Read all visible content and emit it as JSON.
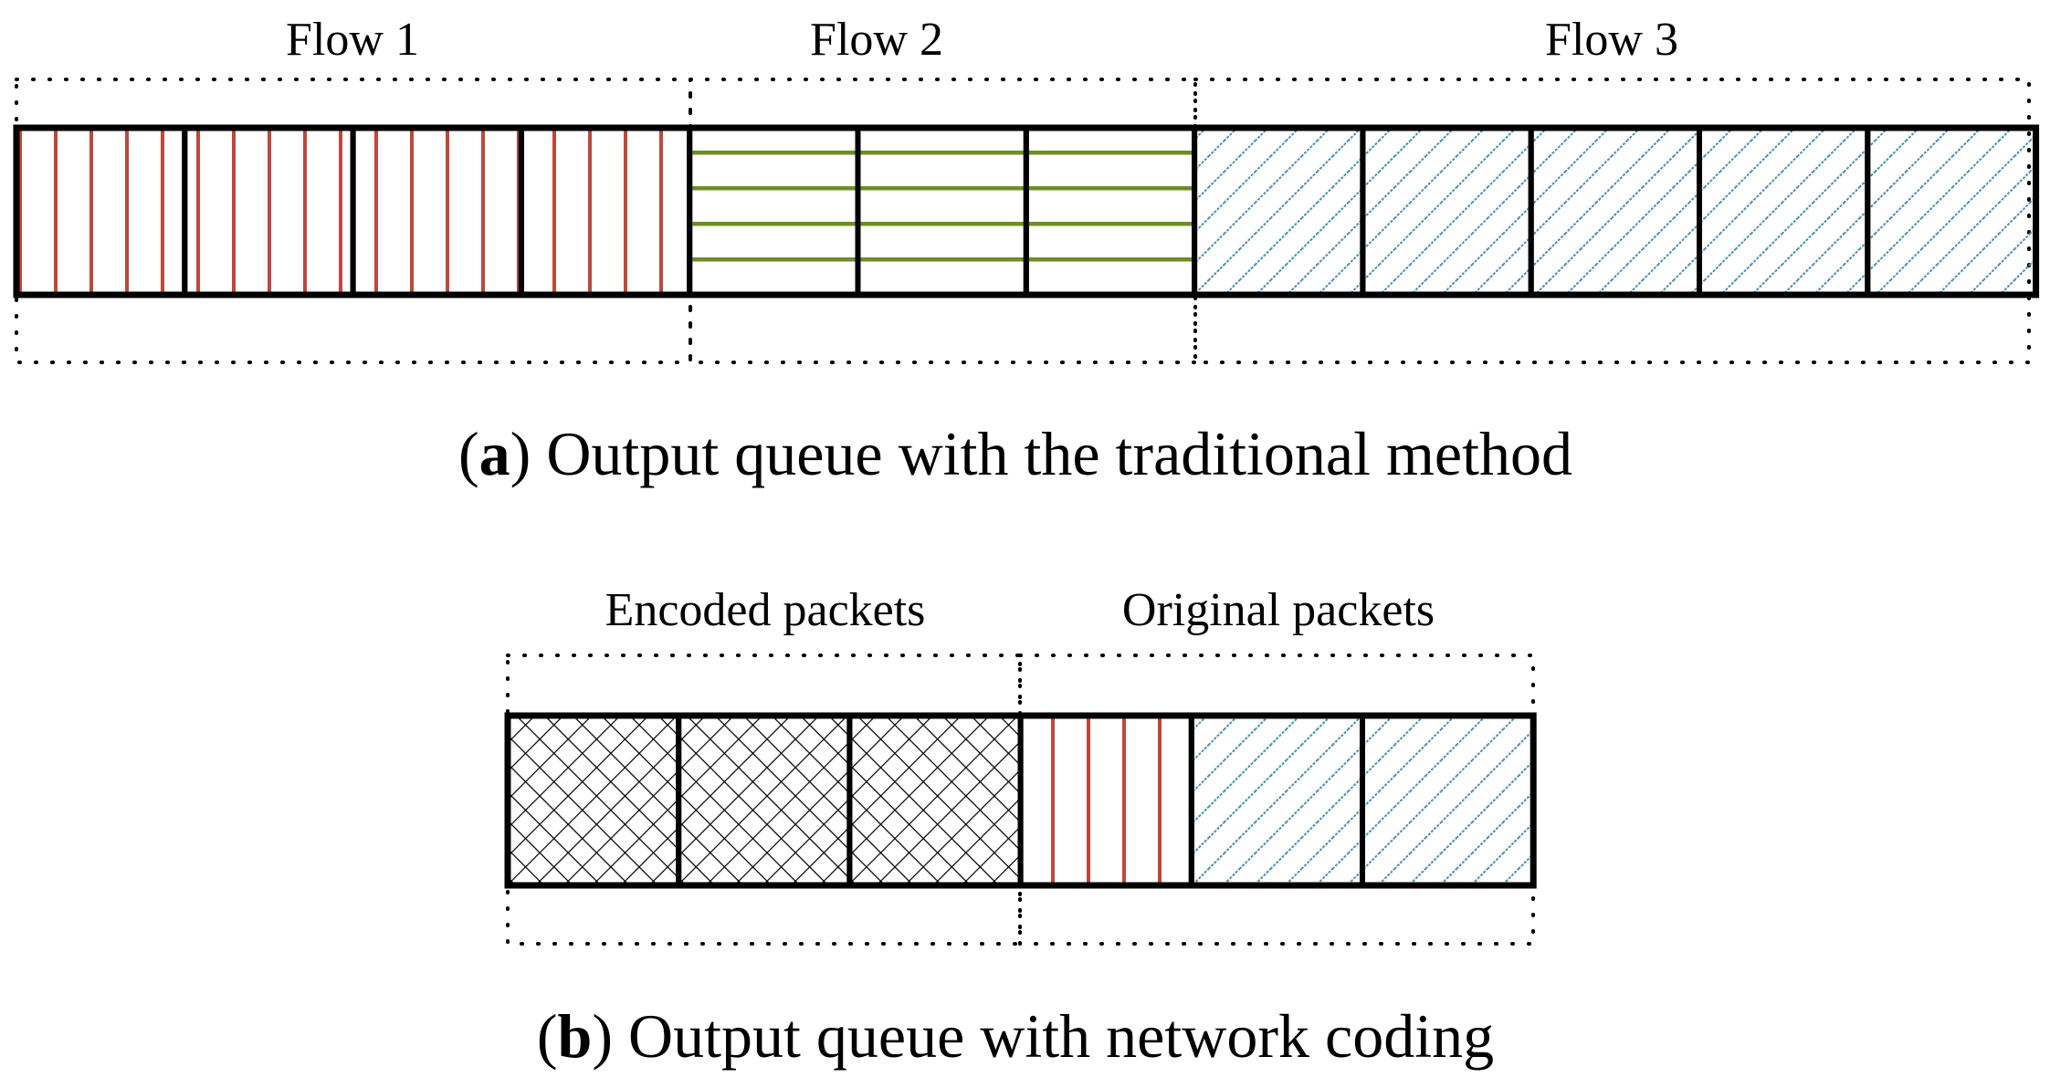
{
  "panel_a": {
    "caption_tag": "a",
    "caption_text": "Output queue with the traditional method",
    "groups": [
      {
        "label": "Flow 1",
        "packets": [
          "red-vertical",
          "red-vertical",
          "red-vertical",
          "red-vertical"
        ]
      },
      {
        "label": "Flow 2",
        "packets": [
          "green-horizontal",
          "green-horizontal",
          "green-horizontal"
        ]
      },
      {
        "label": "Flow 3",
        "packets": [
          "blue-diagonal",
          "blue-diagonal",
          "blue-diagonal",
          "blue-diagonal",
          "blue-diagonal"
        ]
      }
    ]
  },
  "panel_b": {
    "caption_tag": "b",
    "caption_text": "Output queue with network coding",
    "groups": [
      {
        "label": "Encoded packets",
        "packets": [
          "black-crosshatch",
          "black-crosshatch",
          "black-crosshatch"
        ]
      },
      {
        "label": "Original packets",
        "packets": [
          "red-vertical",
          "blue-diagonal",
          "blue-diagonal"
        ]
      }
    ]
  },
  "colors": {
    "red_stripe": "#c0473a",
    "green_stripe": "#6b8e23",
    "blue_stripe": "#4a90b8",
    "crosshatch": "#000000",
    "border": "#000000"
  }
}
